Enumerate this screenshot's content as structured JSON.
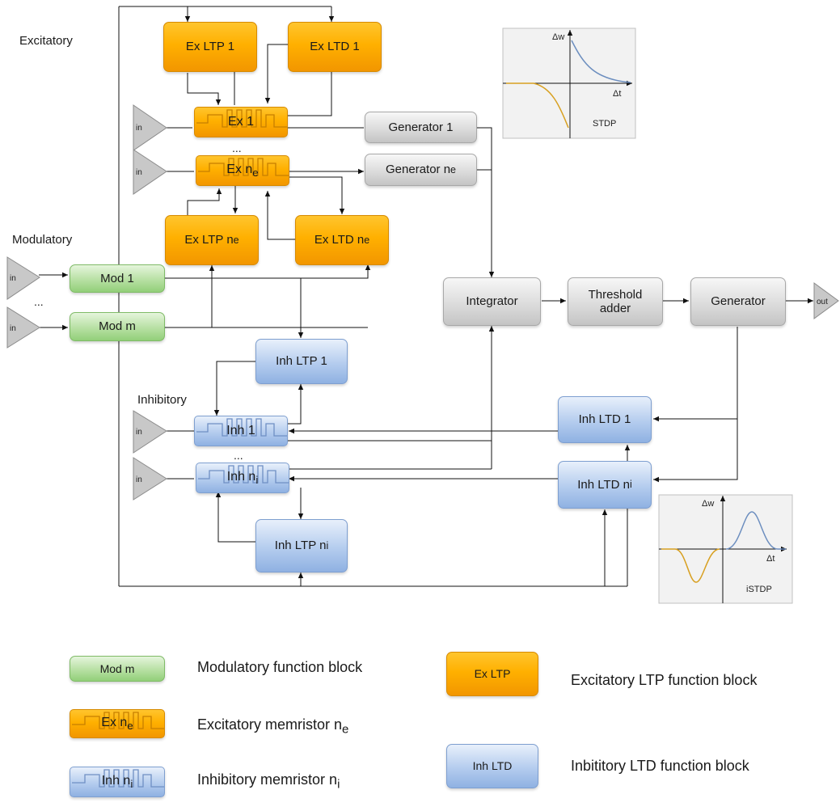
{
  "sections": {
    "excitatory": "Excitatory",
    "modulatory": "Modulatory",
    "inhibitory": "Inhibitory",
    "ellipsis": "..."
  },
  "inputs": {
    "in_label": "in",
    "out_label": "out"
  },
  "blocks": {
    "ex_ltp_1": "Ex LTP 1",
    "ex_ltd_1": "Ex LTD 1",
    "ex_1": "Ex 1",
    "ex_ne": {
      "base": "Ex n",
      "sub": "e"
    },
    "ex_ltp_ne": {
      "base": "Ex LTP n",
      "sub": "e"
    },
    "ex_ltd_ne": {
      "base": "Ex LTD n",
      "sub": "e"
    },
    "generator_1": "Generator 1",
    "generator_ne": {
      "base": "Generator n",
      "sub": "e"
    },
    "mod_1": "Mod 1",
    "mod_m": "Mod m",
    "integrator": "Integrator",
    "threshold_adder_line1": "Threshold",
    "threshold_adder_line2": "adder",
    "generator": "Generator",
    "inh_ltp_1": "Inh LTP 1",
    "inh_1": "Inh 1",
    "inh_ni": {
      "base": "Inh n",
      "sub": "i"
    },
    "inh_ltp_ni": {
      "base": "Inh LTP n",
      "sub": "i"
    },
    "inh_ltd_1": "Inh LTD 1",
    "inh_ltd_ni": {
      "base": "Inh LTD n",
      "sub": "i"
    }
  },
  "plots": {
    "stdp": {
      "ylabel": "Δw",
      "xlabel": "Δt",
      "title": "STDP"
    },
    "istdp": {
      "ylabel": "Δw",
      "xlabel": "Δt",
      "title": "iSTDP"
    }
  },
  "legend": {
    "mod_block_label": "Mod m",
    "mod_desc": "Modulatory function block",
    "ex_mem_label": {
      "base": "Ex n",
      "sub": "e"
    },
    "ex_mem_desc": {
      "base": "Excitatory memristor n",
      "sub": "e"
    },
    "inh_mem_label": {
      "base": "Inh n",
      "sub": "i"
    },
    "inh_mem_desc": {
      "base": "Inhibitory memristor n",
      "sub": "i"
    },
    "ex_ltp_label": "Ex LTP",
    "ex_ltp_desc": "Excitatory LTP function block",
    "inh_ltd_label": "Inh LTD",
    "inh_ltd_desc": "Inbititory LTD function block"
  },
  "colors": {
    "excitatory": "#ffb000",
    "inhibitory": "#a6c1ea",
    "modulatory": "#b0dc9b",
    "neutral": "#d9d9d9",
    "stdp_positive": "#6c8ebf",
    "stdp_negative": "#d8a021"
  }
}
